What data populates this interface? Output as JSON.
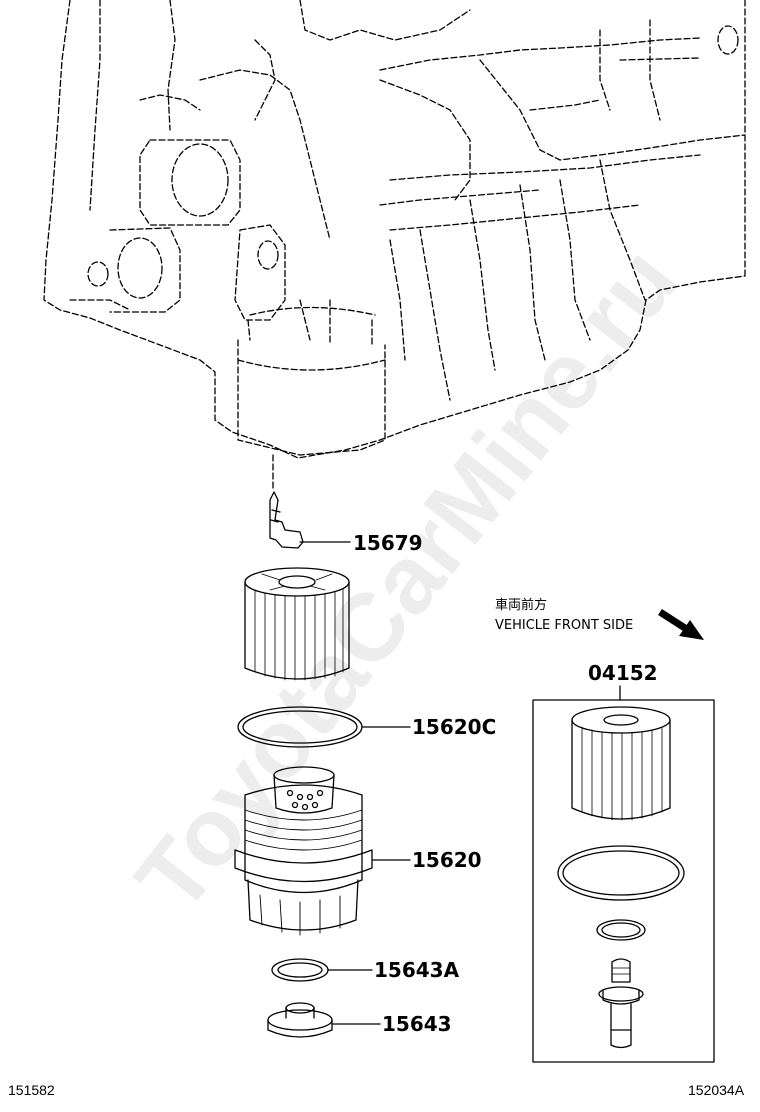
{
  "parts": {
    "p15679": "15679",
    "p15620C": "15620C",
    "p15620": "15620",
    "p15643A": "15643A",
    "p15643": "15643",
    "p04152": "04152"
  },
  "direction_note": {
    "japanese": "車両前方",
    "english": "VEHICLE FRONT SIDE"
  },
  "figure_ids": {
    "left": "151582",
    "right": "152034A"
  },
  "watermark": "ToyotaCarMine.ru",
  "colors": {
    "line": "#000000",
    "background": "#ffffff",
    "watermark": "#e6e6e6"
  }
}
